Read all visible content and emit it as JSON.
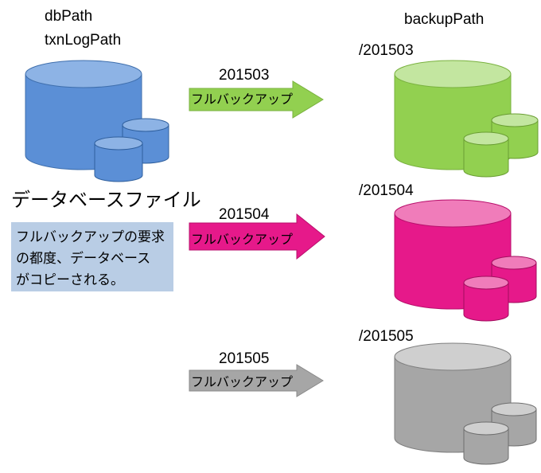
{
  "source": {
    "path_label_1": "dbPath",
    "path_label_2": "txnLogPath",
    "caption": "データベースファイル",
    "cylinder_color": "#5b8fd6"
  },
  "note": {
    "lines": [
      "フルバックアップの要求",
      "の都度、データベース",
      "がコピーされる。"
    ]
  },
  "backup": {
    "header": "backupPath",
    "rows": [
      {
        "period": "201503",
        "path": "/201503",
        "arrow_text": "フルバックアップ",
        "color": "#92d050",
        "top_color": "#c3e6a0"
      },
      {
        "period": "201504",
        "path": "/201504",
        "arrow_text": "フルバックアップ",
        "color": "#e6198a",
        "top_color": "#f07cba"
      },
      {
        "period": "201505",
        "path": "/201505",
        "arrow_text": "フルバックアップ",
        "color": "#a6a6a6",
        "top_color": "#cfcfcf"
      }
    ]
  }
}
